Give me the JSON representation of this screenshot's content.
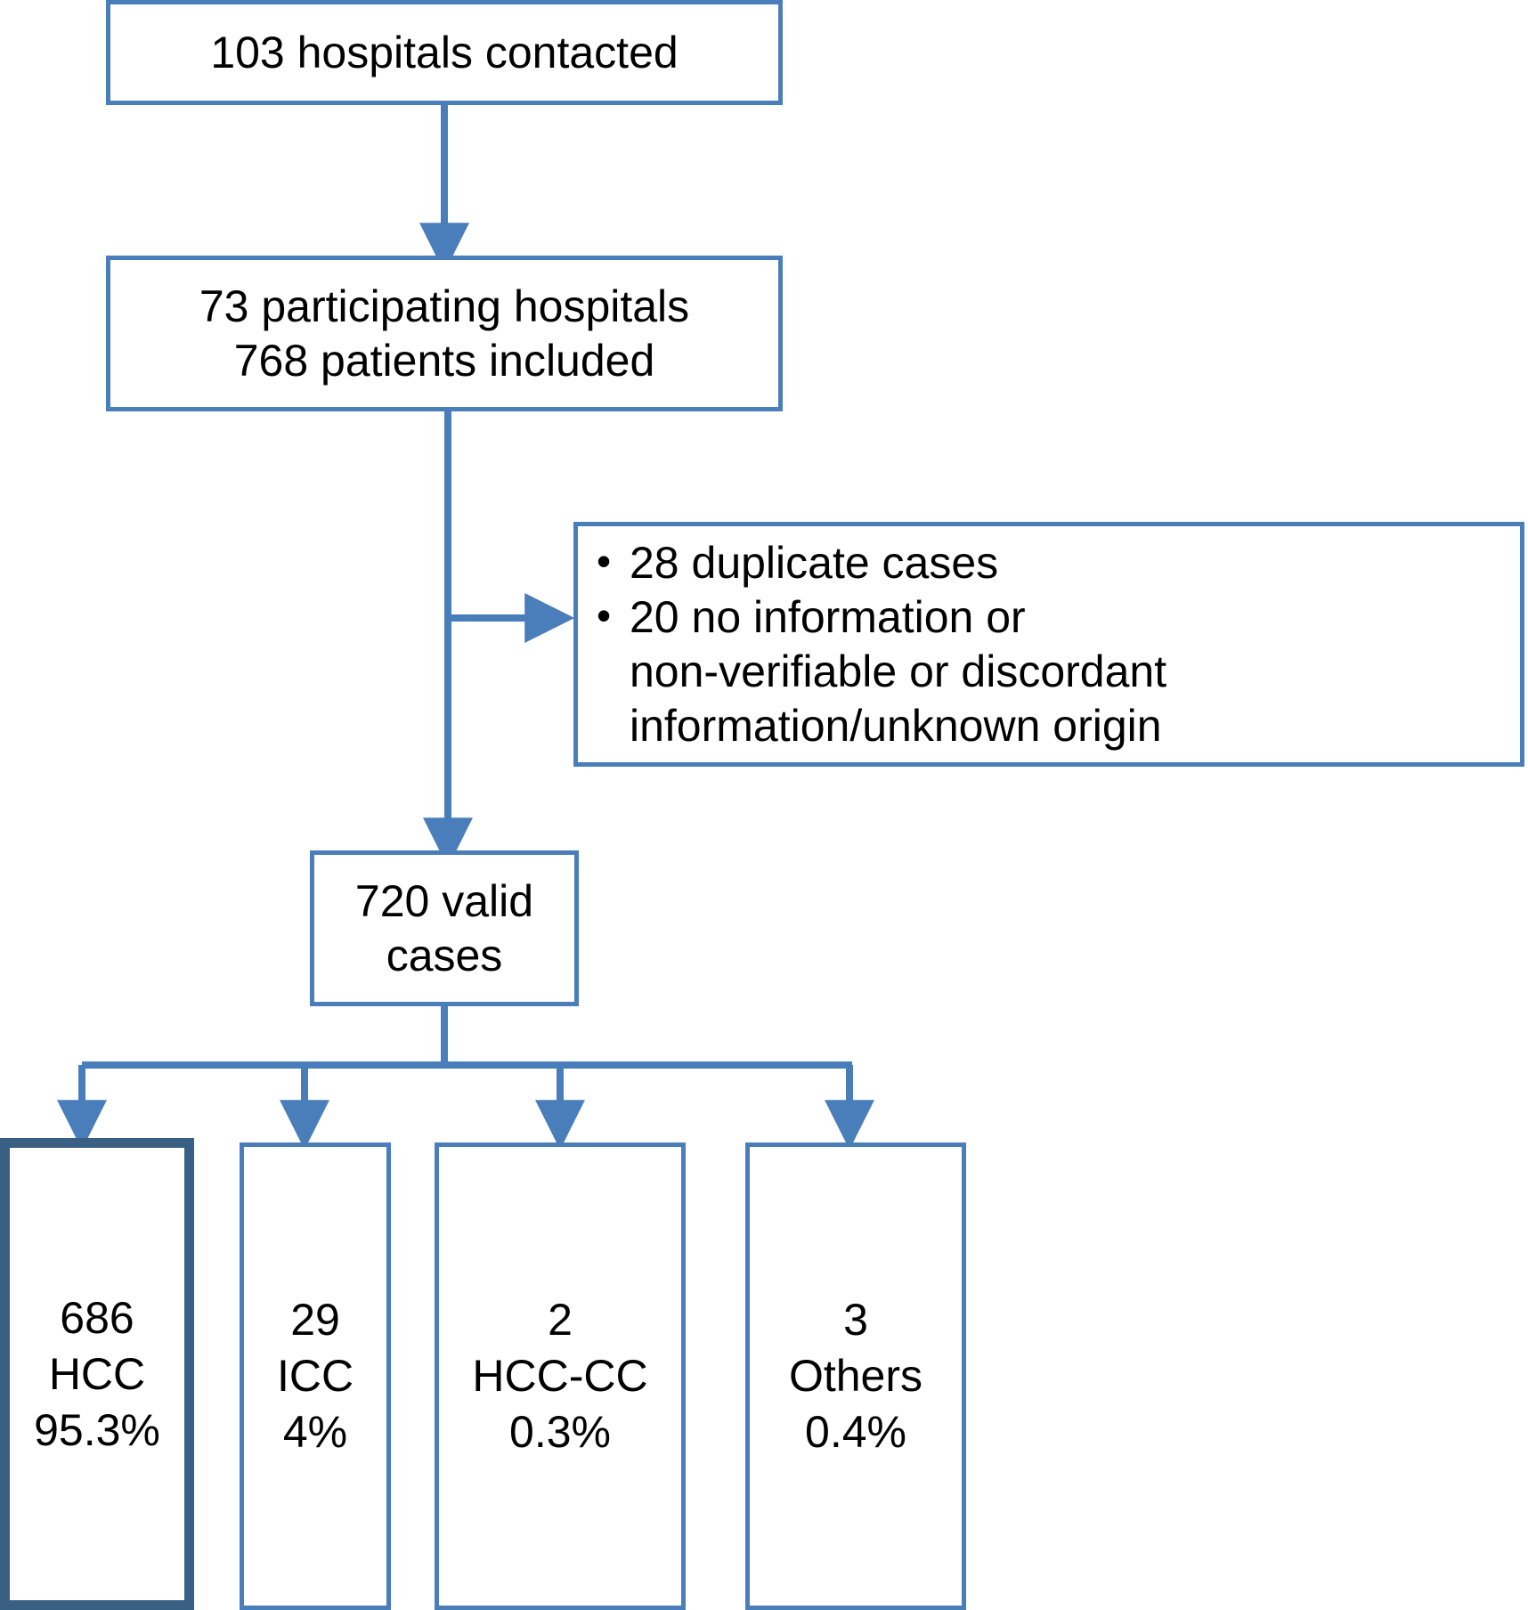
{
  "diagram": {
    "title": "Patient inclusion flow diagram",
    "colors": {
      "connector": "#4a7ebb",
      "box_border": "#4a7ebb",
      "emphasis_border": "#3a5f85",
      "box_fill": "#ffffff",
      "text": "#000000"
    },
    "nodes": {
      "hospitals_contacted": {
        "lines": [
          "103 hospitals contacted"
        ]
      },
      "participating": {
        "lines": [
          "73 participating hospitals",
          "768 patients included"
        ]
      },
      "exclusions": {
        "bullets": [
          "28 duplicate cases",
          "20 no information or\nnon-verifiable or discordant\ninformation/unknown origin"
        ],
        "bullet_glyph": "•"
      },
      "valid_cases": {
        "lines": [
          "720 valid",
          "cases"
        ]
      }
    },
    "leaves": [
      {
        "count": "686",
        "label": "HCC",
        "percent": "95.3%",
        "emphasis": true
      },
      {
        "count": "29",
        "label": "ICC",
        "percent": "4%",
        "emphasis": false
      },
      {
        "count": "2",
        "label": "HCC-CC",
        "percent": "0.3%",
        "emphasis": false
      },
      {
        "count": "3",
        "label": "Others",
        "percent": "0.4%",
        "emphasis": false
      }
    ]
  }
}
